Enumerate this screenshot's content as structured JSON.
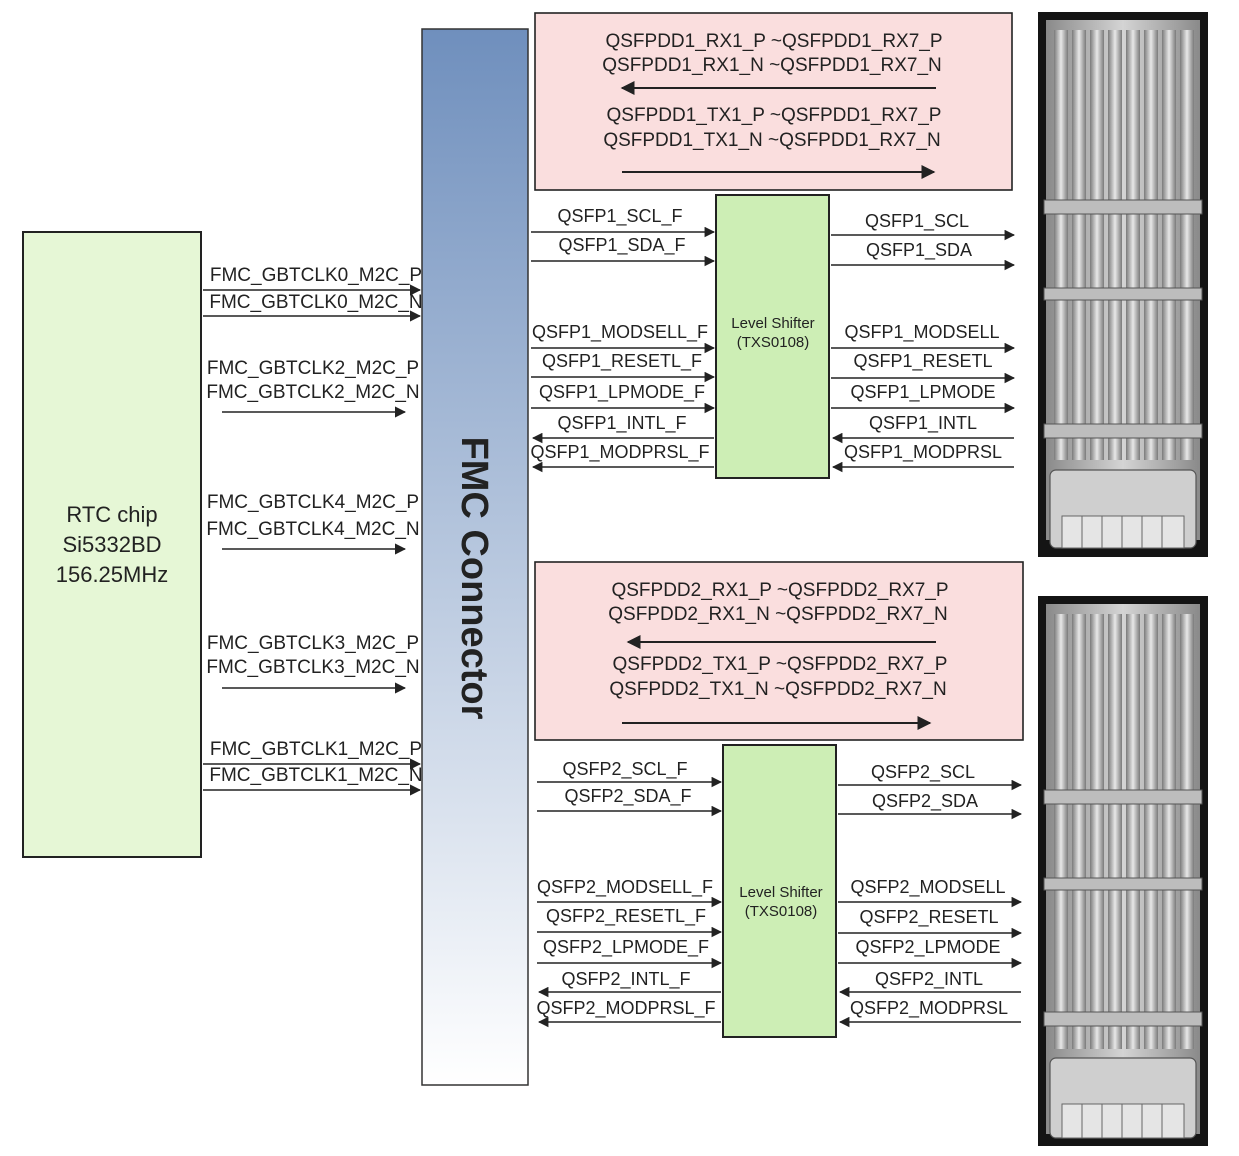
{
  "rtc": {
    "line1": "RTC chip",
    "line2": "Si5332BD",
    "line3": "156.25MHz"
  },
  "clocks": [
    {
      "p": "FMC_GBTCLK0_M2C_P",
      "n": "FMC_GBTCLK0_M2C_N"
    },
    {
      "p": "FMC_GBTCLK2_M2C_P",
      "n": "FMC_GBTCLK2_M2C_N"
    },
    {
      "p": "FMC_GBTCLK4_M2C_P",
      "n": "FMC_GBTCLK4_M2C_N"
    },
    {
      "p": "FMC_GBTCLK3_M2C_P",
      "n": "FMC_GBTCLK3_M2C_N"
    },
    {
      "p": "FMC_GBTCLK1_M2C_P",
      "n": "FMC_GBTCLK1_M2C_N"
    }
  ],
  "fmc_connector": {
    "label": "FMC Connector"
  },
  "qsfp1": {
    "rx_p": "QSFPDD1_RX1_P ~QSFPDD1_RX7_P",
    "rx_n": "QSFPDD1_RX1_N ~QSFPDD1_RX7_N",
    "tx_p": "QSFPDD1_TX1_P ~QSFPDD1_RX7_P",
    "tx_n": "QSFPDD1_TX1_N ~QSFPDD1_RX7_N",
    "shifter_line1": "Level Shifter",
    "shifter_line2": "(TXS0108)",
    "left": [
      "QSFP1_SCL_F",
      "QSFP1_SDA_F",
      "QSFP1_MODSELL_F",
      "QSFP1_RESETL_F",
      "QSFP1_LPMODE_F",
      "QSFP1_INTL_F",
      "QSFP1_MODPRSL_F"
    ],
    "right": [
      "QSFP1_SCL",
      "QSFP1_SDA",
      "QSFP1_MODSELL",
      "QSFP1_RESETL",
      "QSFP1_LPMODE",
      "QSFP1_INTL",
      "QSFP1_MODPRSL"
    ]
  },
  "qsfp2": {
    "rx_p": "QSFPDD2_RX1_P ~QSFPDD2_RX7_P",
    "rx_n": "QSFPDD2_RX1_N ~QSFPDD2_RX7_N",
    "tx_p": "QSFPDD2_TX1_P ~QSFPDD2_RX7_P",
    "tx_n": "QSFPDD2_TX1_N ~QSFPDD2_RX7_N",
    "shifter_line1": "Level Shifter",
    "shifter_line2": "(TXS0108)",
    "left": [
      "QSFP2_SCL_F",
      "QSFP2_SDA_F",
      "QSFP2_MODSELL_F",
      "QSFP2_RESETL_F",
      "QSFP2_LPMODE_F",
      "QSFP2_INTL_F",
      "QSFP2_MODPRSL_F"
    ],
    "right": [
      "QSFP2_SCL",
      "QSFP2_SDA",
      "QSFP2_MODSELL",
      "QSFP2_RESETL",
      "QSFP2_LPMODE",
      "QSFP2_INTL",
      "QSFP2_MODPRSL"
    ]
  },
  "colors": {
    "rtc_fill": "#e6f7d6",
    "shifter_fill": "#cdeeb5",
    "highspeed_fill": "#fadede",
    "fmc_top": "#6f8fbd",
    "fmc_bottom": "#ffffff"
  },
  "icons": {
    "cage": "qsfp-dd-cage-photo"
  }
}
